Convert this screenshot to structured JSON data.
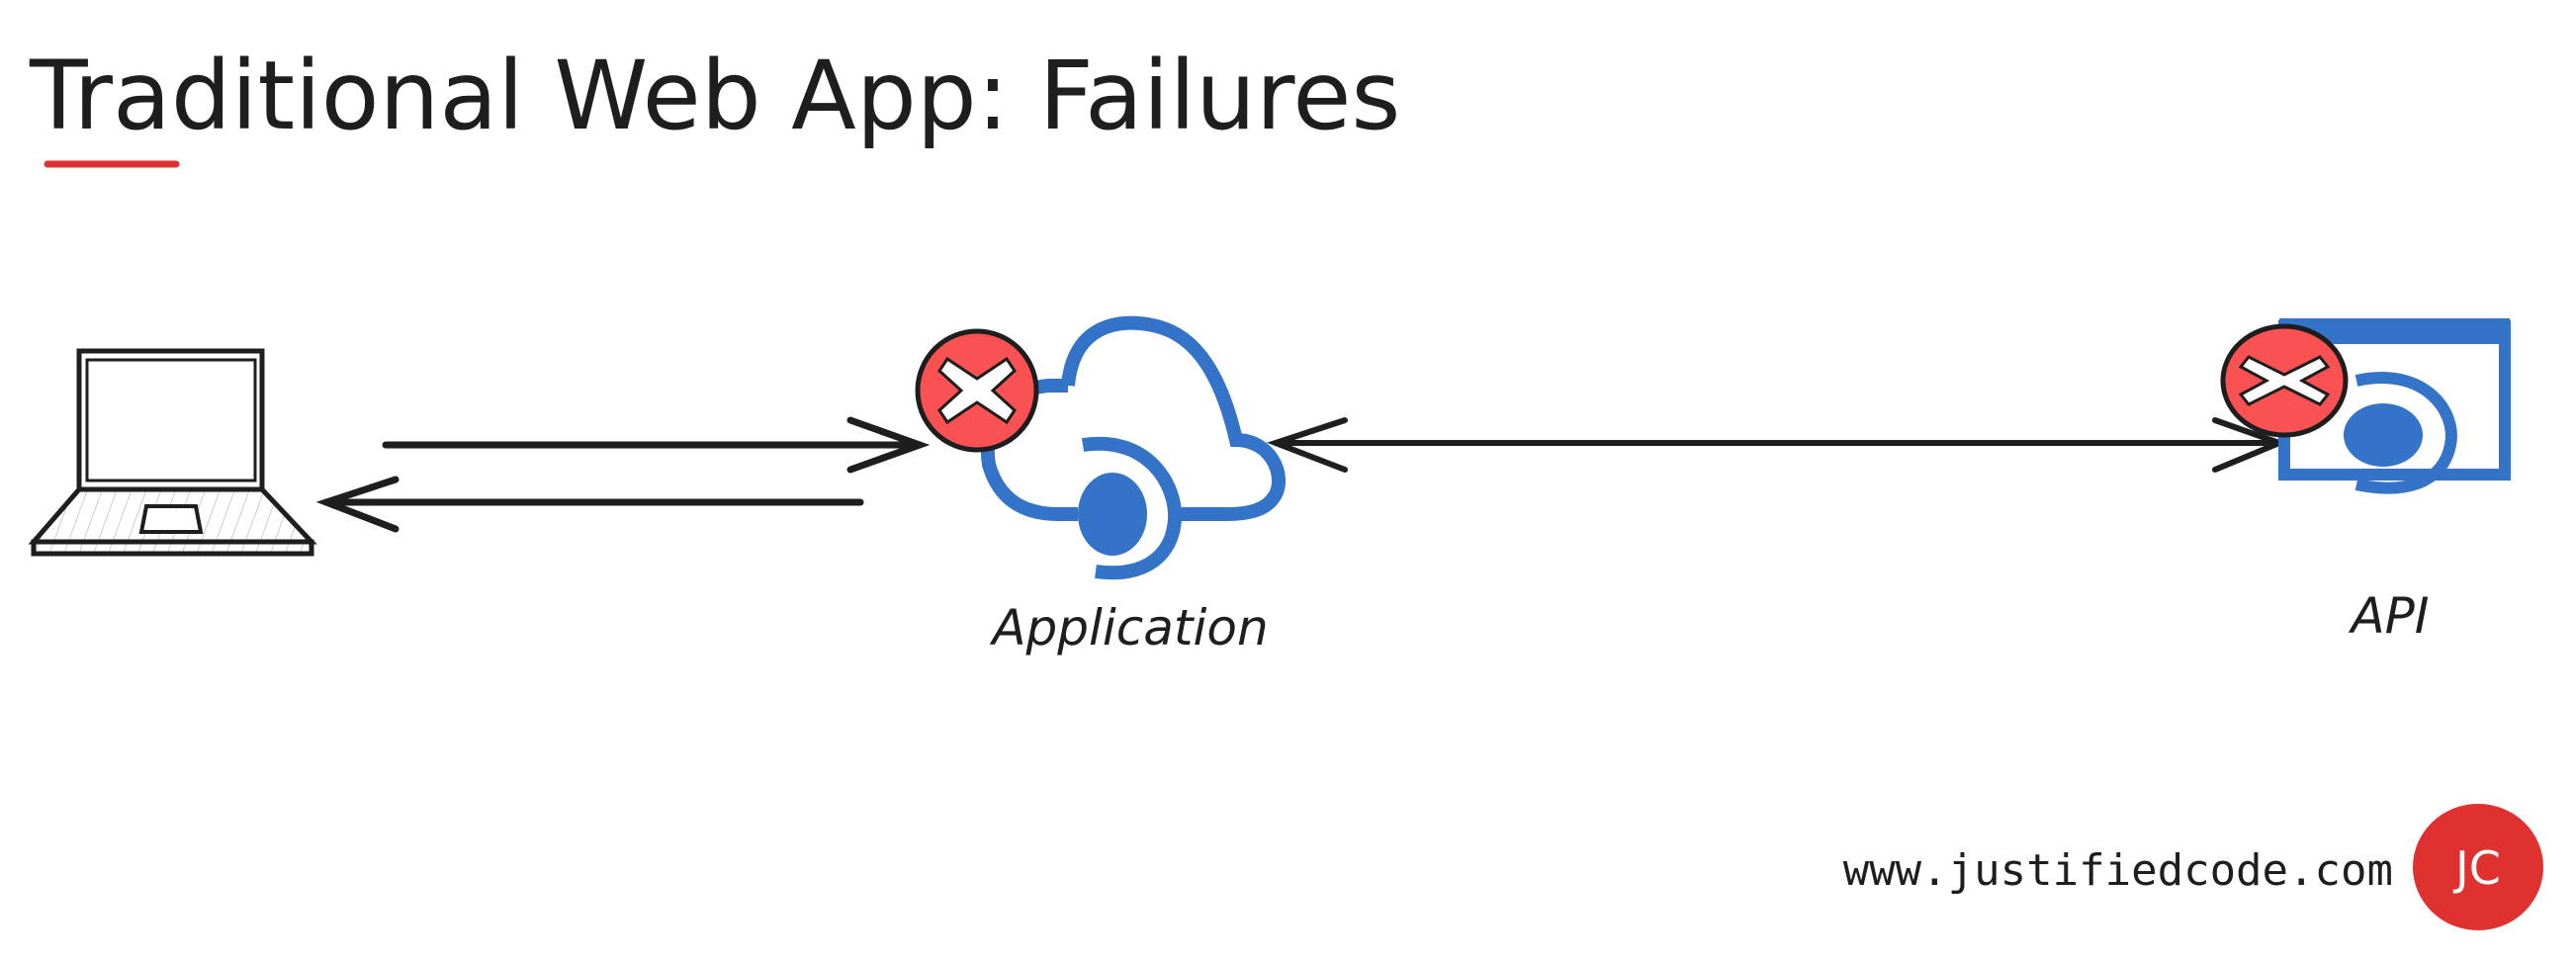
{
  "title": "Traditional Web App: Failures",
  "nodes": {
    "client": {
      "icon": "laptop-icon"
    },
    "application": {
      "label": "Application",
      "icon": "cloud-service-icon",
      "status": "failed"
    },
    "api": {
      "label": "API",
      "icon": "api-window-icon",
      "status": "failed"
    }
  },
  "footer": {
    "website": "www.justifiedcode.com",
    "logo_text": "JC"
  },
  "colors": {
    "accent_blue": "#3474c8",
    "error_red": "#fa5252",
    "logo_red": "#e03131",
    "ink": "#1e1e1e",
    "underline": "#e03131"
  }
}
